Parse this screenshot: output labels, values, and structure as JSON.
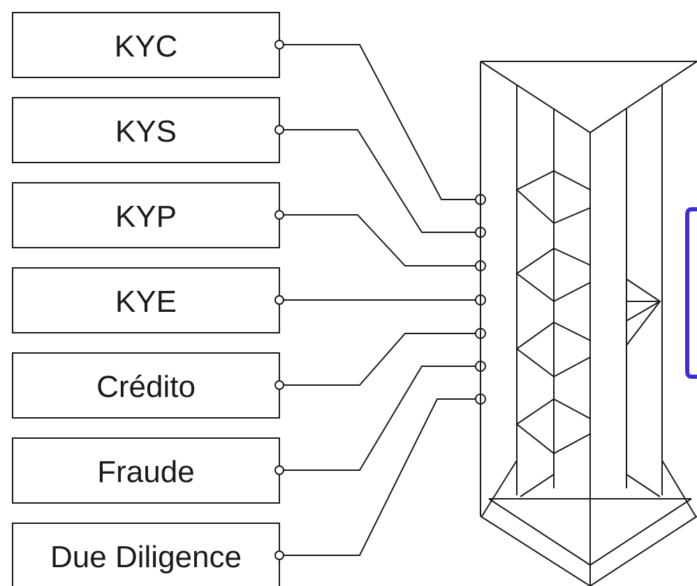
{
  "modules": [
    {
      "label": "KYC"
    },
    {
      "label": "KYS"
    },
    {
      "label": "KYP"
    },
    {
      "label": "KYE"
    },
    {
      "label": "Crédito"
    },
    {
      "label": "Fraude"
    },
    {
      "label": "Due Diligence"
    }
  ],
  "colors": {
    "line": "#1a1a1a",
    "background": "#ffffff",
    "accent": "#3b2fd6"
  }
}
